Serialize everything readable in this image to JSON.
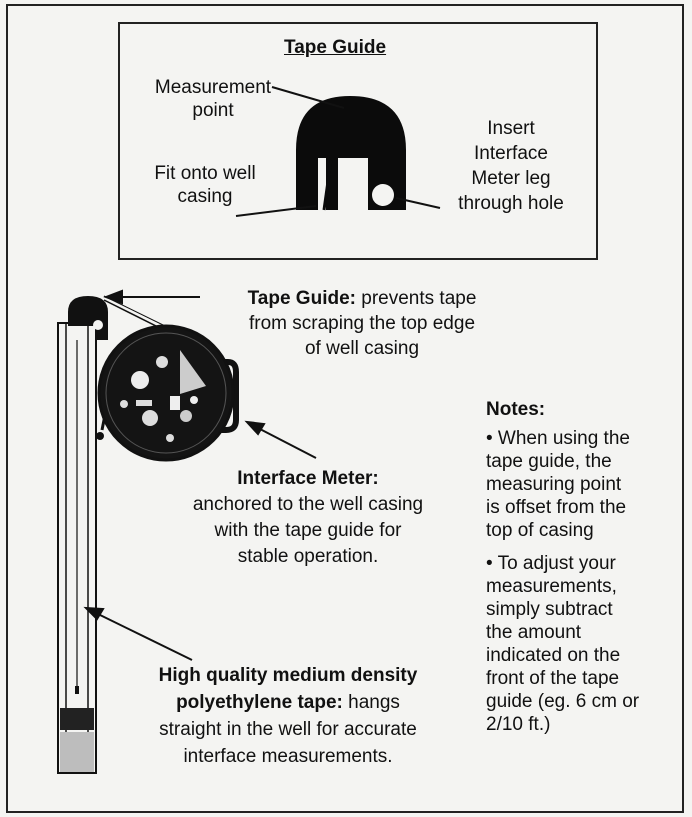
{
  "tape_guide_box": {
    "title": "Tape Guide",
    "label_measurement_point": [
      "Measurement",
      "point"
    ],
    "label_fit_casing": [
      "Fit onto well",
      "casing"
    ],
    "label_insert_leg": [
      "Insert",
      "Interface",
      "Meter leg",
      "through hole"
    ]
  },
  "callouts": {
    "tape_guide_bold": "Tape Guide:",
    "tape_guide_text": [
      " prevents tape",
      "from  scraping the top edge",
      "of well casing"
    ],
    "meter_bold": "Interface Meter:",
    "meter_text": [
      "anchored to the well casing",
      "with the tape guide for",
      "stable operation."
    ],
    "tape_bold": [
      "High quality medium density",
      "polyethylene tape:"
    ],
    "tape_text": [
      " hangs",
      "straight in the well for accurate",
      "interface  measurements."
    ]
  },
  "notes": {
    "title": "Notes:",
    "note1": [
      "• When using the",
      "tape guide, the",
      "measuring point",
      "is offset from the",
      "top of casing"
    ],
    "note2": [
      "• To adjust your",
      "measurements,",
      "simply subtract",
      "the amount",
      "indicated on the",
      "front of the tape",
      "guide (eg. 6 cm or",
      "2/10 ft.)"
    ]
  },
  "colors": {
    "ink": "#111111",
    "paper": "#f4f4f2",
    "frame": "#222222"
  }
}
